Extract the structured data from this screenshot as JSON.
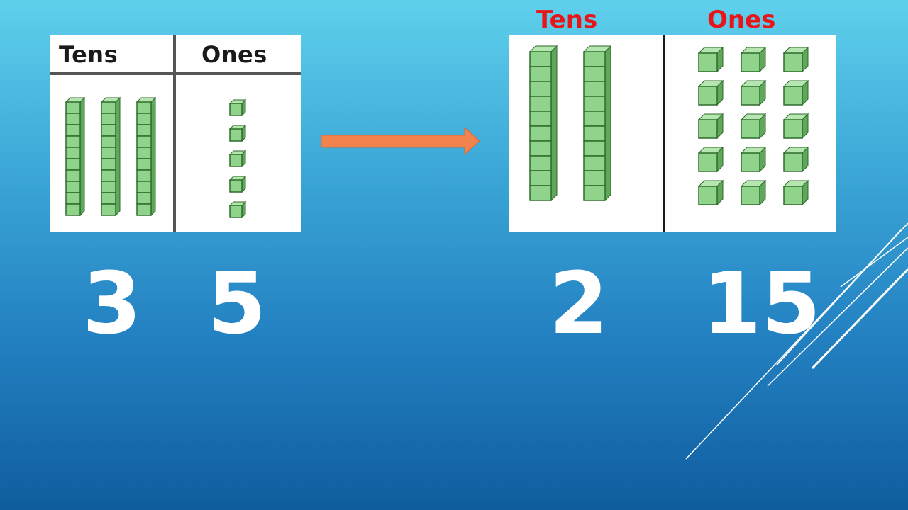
{
  "left_chart": {
    "tens_header": "Tens",
    "ones_header": "Ones",
    "tens_count": 3,
    "ones_count": 5
  },
  "right_chart": {
    "tens_label": "Tens",
    "ones_label": "Ones",
    "tens_count": 2,
    "ones_count": 15
  },
  "numbers": {
    "left_tens": "3",
    "left_ones": "5",
    "right_tens": "2",
    "right_ones": "15"
  },
  "colors": {
    "block_fill": "#8fd48a",
    "block_edge": "#2f6b2c",
    "arrow": "#f2834e",
    "label_red": "#e8151a"
  },
  "icons": [
    "ten-rod-icon",
    "unit-cube-icon",
    "right-arrow-icon",
    "decorative-diagonal-lines"
  ]
}
